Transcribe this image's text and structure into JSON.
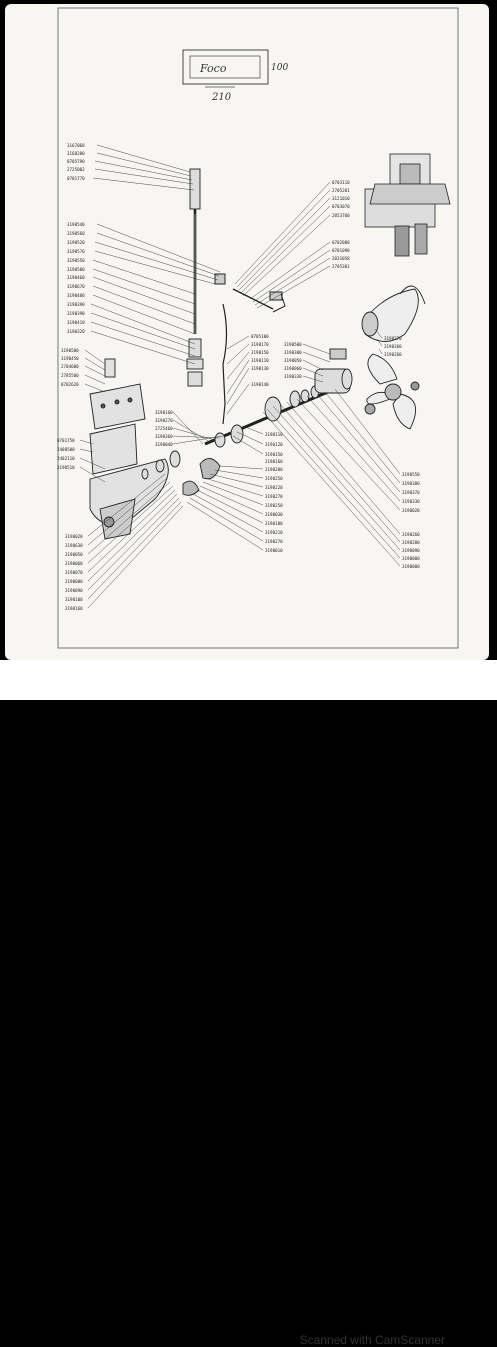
{
  "document": {
    "label_box_text": "Foco",
    "label_side_number": "100",
    "label_under_number": "210"
  },
  "footer": {
    "watermark": "Scanned with CamScanner"
  },
  "part_numbers": {
    "upper_left": [
      "3167068",
      "3160280",
      "0705790",
      "2725002",
      "0701770"
    ],
    "left_mid": [
      "3190540",
      "3190560",
      "3190520",
      "3190570",
      "3190550",
      "3190580",
      "3190460",
      "3190670",
      "3190480",
      "3190390",
      "3190390",
      "3190410",
      "3190320"
    ],
    "left_lower": [
      "3190500",
      "3190450",
      "2704600",
      "2785500",
      "0702620"
    ],
    "left_bottom": [
      "0701750",
      "2408500",
      "2402110",
      "3190510"
    ],
    "bottom_left": [
      "3190020",
      "3190630",
      "3190050",
      "3190060",
      "3190070",
      "3190080",
      "3190090",
      "3190100",
      "3190160"
    ],
    "top_right": [
      "0703110",
      "2705201",
      "3121010",
      "0703070",
      "2053700"
    ],
    "right_mid": [
      "0702080",
      "0701090",
      "2031058",
      "2705301"
    ],
    "center_stack": [
      "0705100",
      "3190170",
      "3190150",
      "3190110",
      "3190130",
      "3190140"
    ],
    "center_right_stack": [
      "3190500",
      "3190300",
      "3190050",
      "3190060",
      "3190330"
    ],
    "center_left_stack": [
      "3190160",
      "3190270",
      "2725460",
      "3190360",
      "3190040"
    ],
    "center_bottom_stack": [
      "3190110",
      "3190120",
      "3190150",
      "3190160",
      "3190200",
      "3190250",
      "3190220",
      "3190270",
      "3190250",
      "3190030",
      "3190100",
      "3190210",
      "3190270",
      "3190010"
    ],
    "prop_labels": [
      "3190270",
      "3190360",
      "3190260"
    ],
    "right_lower_stack": [
      "3190550",
      "3190380",
      "3190370",
      "3190330",
      "3190020"
    ],
    "right_bottom_stack": [
      "3190260",
      "3190280",
      "3190090",
      "3190000",
      "3190000"
    ]
  },
  "colors": {
    "ink": "#1c1c1c",
    "paper": "#f7f6f3",
    "frame": "#000000"
  }
}
